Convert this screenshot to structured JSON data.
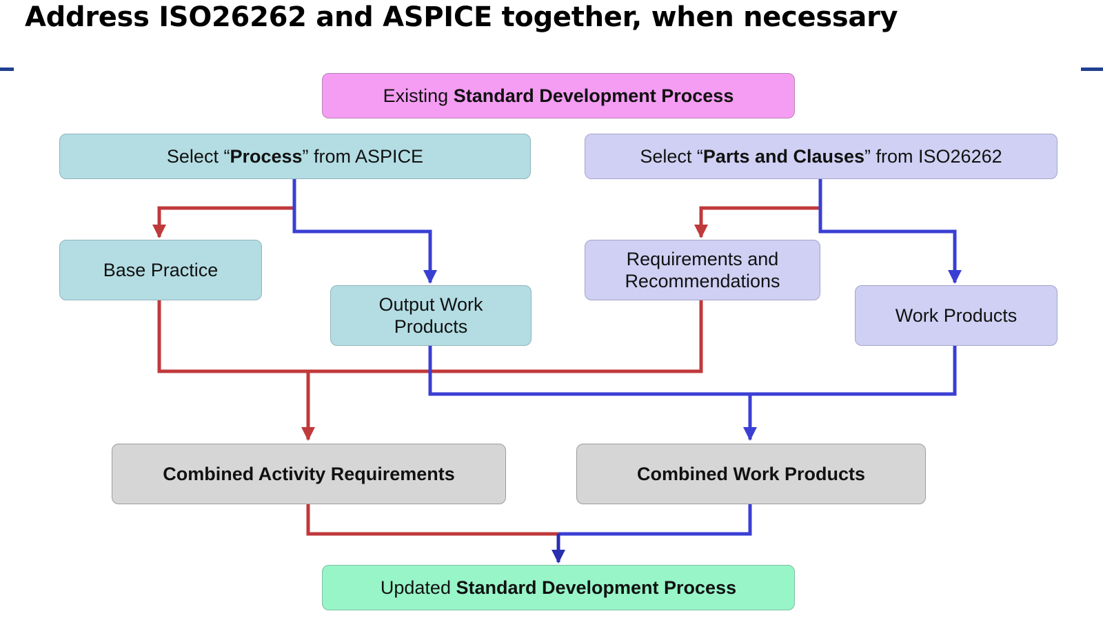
{
  "page": {
    "title": "Address ISO26262 and ASPICE together, when necessary"
  },
  "nodes": {
    "existing": {
      "prefix": "Existing ",
      "bold": "Standard Development Process"
    },
    "aspice": {
      "prefix": "Select “",
      "bold": "Process",
      "suffix": "” from ASPICE"
    },
    "iso": {
      "prefix": "Select “",
      "bold": "Parts and Clauses",
      "suffix": "” from ISO26262"
    },
    "base_practice": {
      "line1": "Base Practice"
    },
    "output_work_products": {
      "line1": "Output Work",
      "line2": "Products"
    },
    "requirements": {
      "line1": "Requirements and",
      "line2": "Recommendations"
    },
    "work_products": {
      "line1": "Work Products"
    },
    "combined_activity": {
      "label": "Combined Activity Requirements"
    },
    "combined_work": {
      "label": "Combined Work Products"
    },
    "updated": {
      "prefix": "Updated ",
      "bold": "Standard Development Process"
    }
  },
  "colors": {
    "red_arrow": "#c0393b",
    "blue_arrow": "#3a3fd4",
    "dark_blue_arrow": "#2a2fb0",
    "accent_bar": "#1f3f8f"
  }
}
